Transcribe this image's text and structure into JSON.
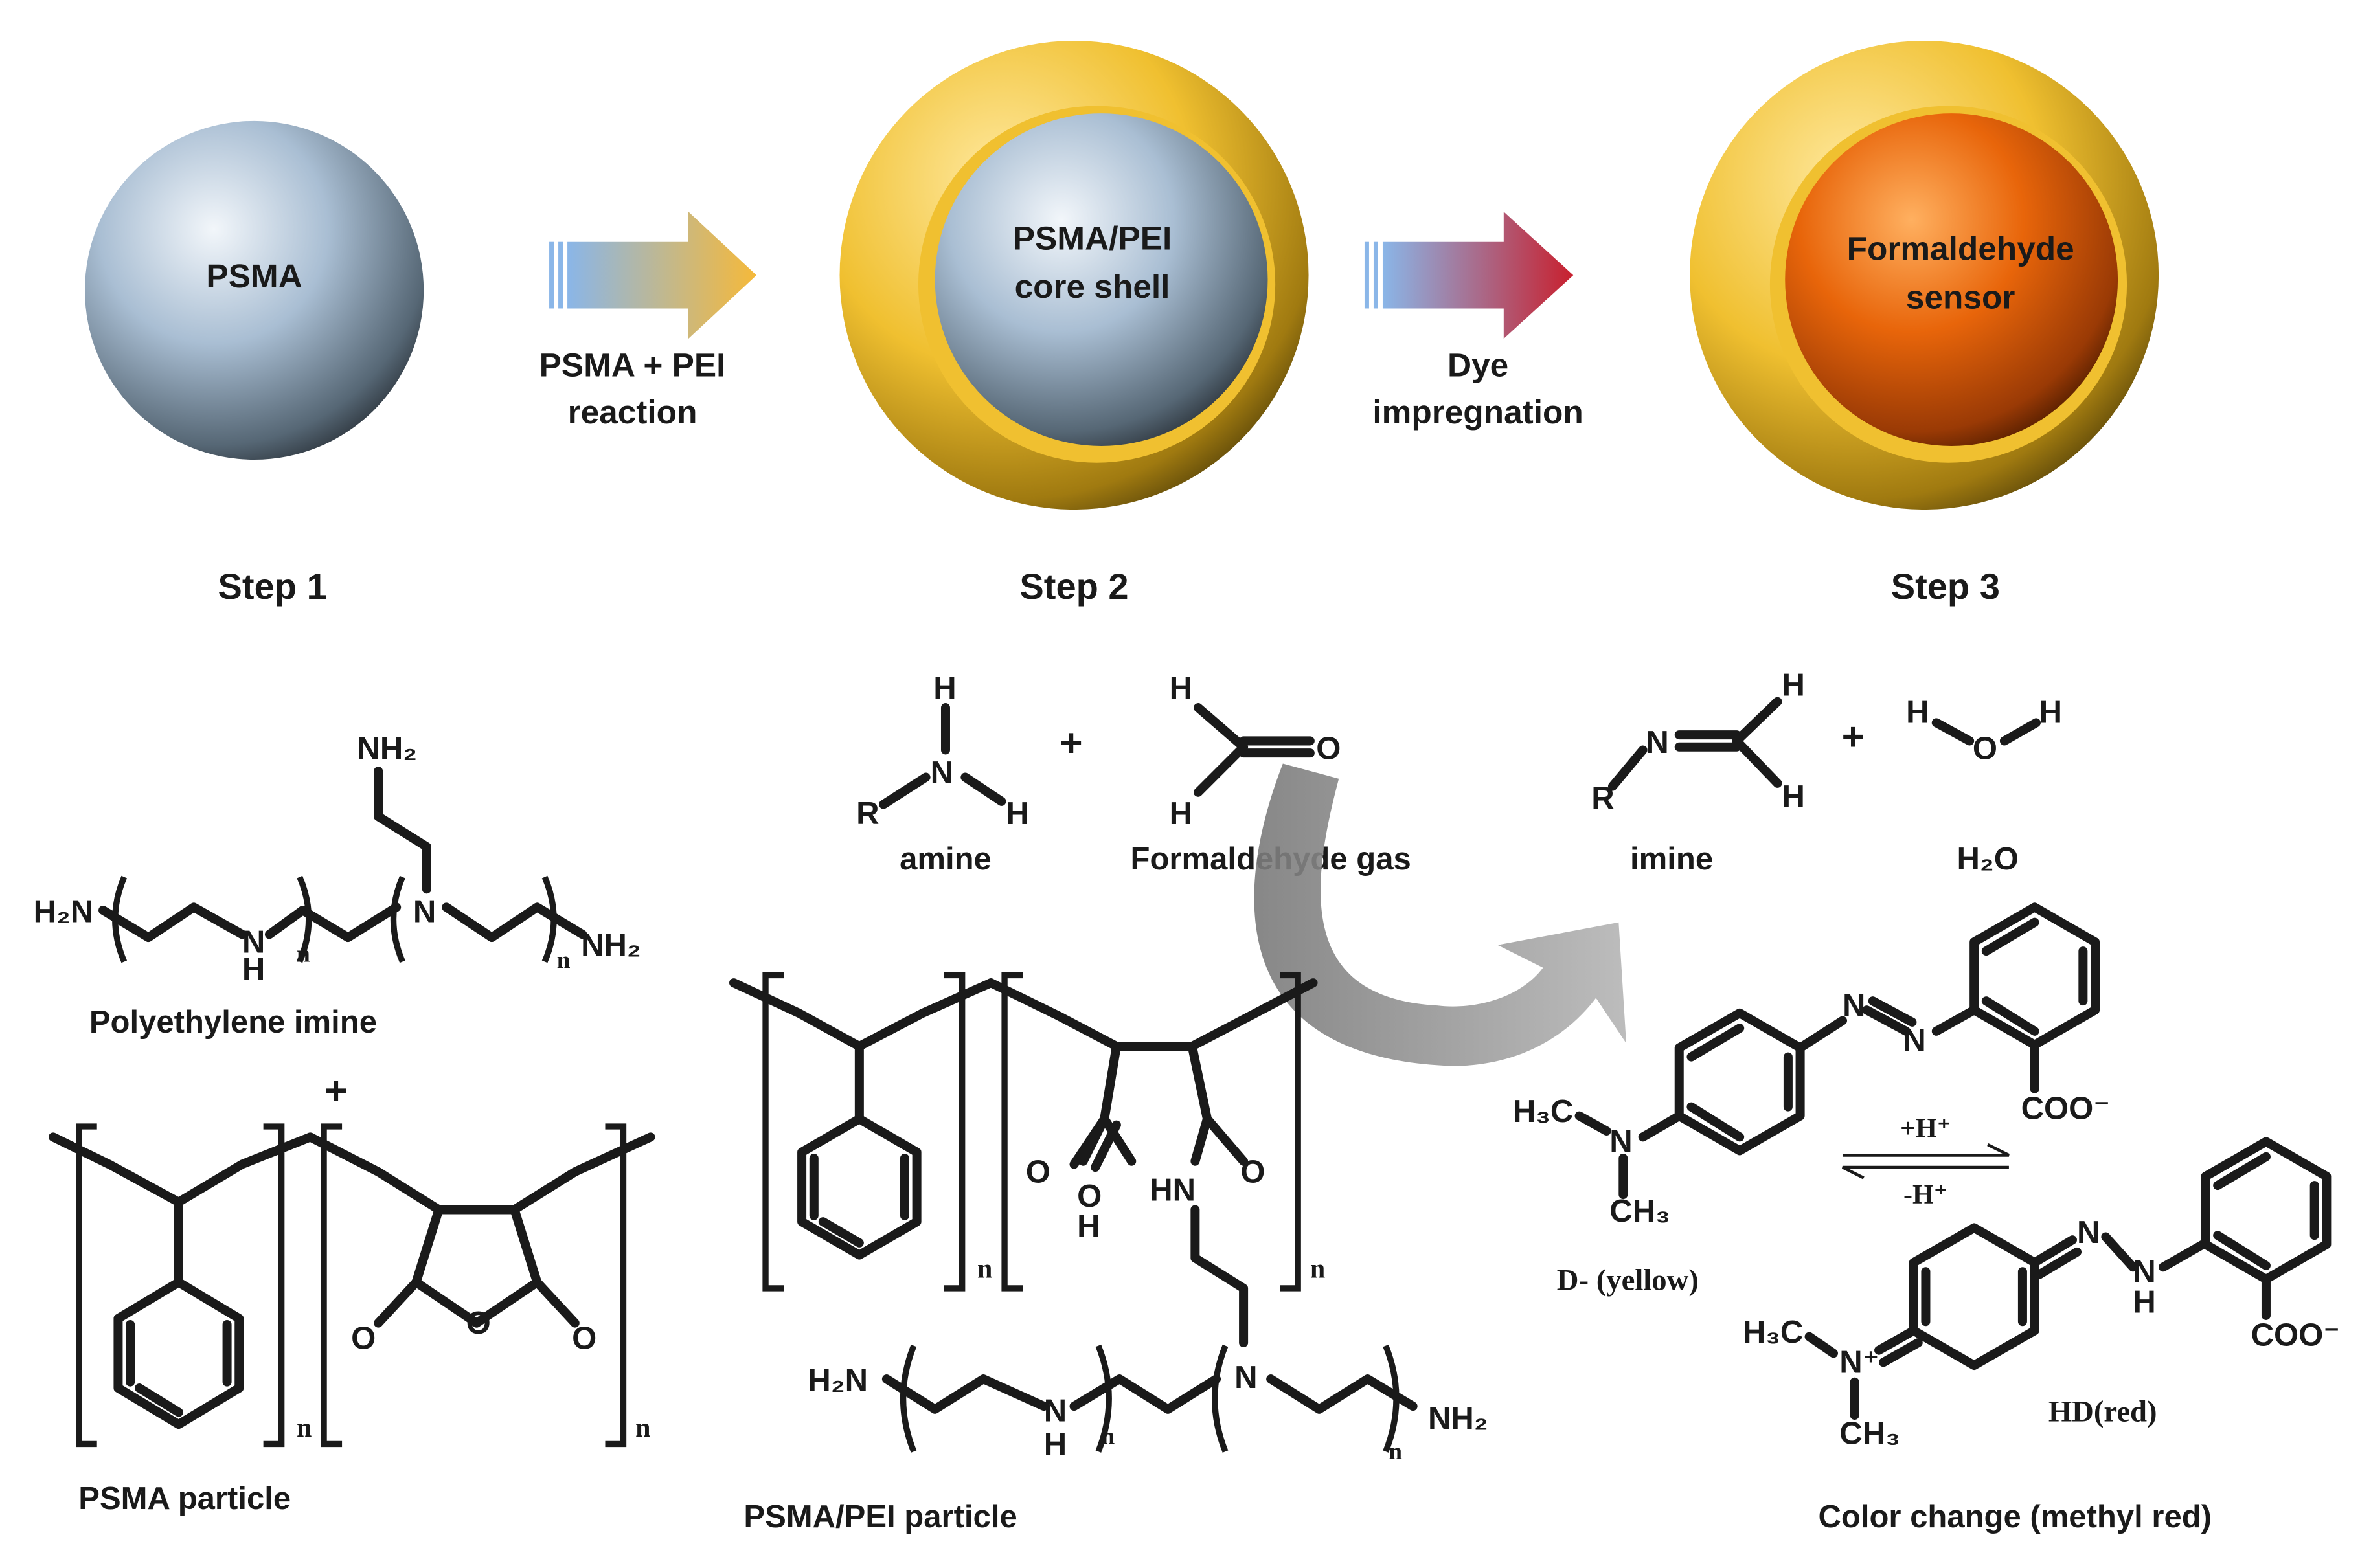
{
  "colors": {
    "shell_gold": "#F0C030",
    "core_silver": "#A9BED3",
    "core_orange": "#E8650A",
    "arrow1_end": "#F5B93A",
    "arrow2_end": "#C8202E",
    "curved_arrow": "#9A9A9A"
  },
  "spheres": {
    "psma_label": "PSMA",
    "core_shell_line1": "PSMA/PEI",
    "core_shell_line2": "core shell",
    "sensor_line1": "Formaldehyde",
    "sensor_line2": "sensor"
  },
  "arrows": {
    "a1_line1": "PSMA + PEI",
    "a1_line2": "reaction",
    "a2_line1": "Dye",
    "a2_line2": "impregnation"
  },
  "steps": {
    "step1": "Step 1",
    "step2": "Step 2",
    "step3": "Step 3"
  },
  "chem": {
    "pei_caption": "Polyethylene imine",
    "psma_particle": "PSMA particle",
    "psma_pei_particle": "PSMA/PEI particle",
    "plus": "+",
    "amine": "amine",
    "formaldehyde_gas": "Formaldehyde gas",
    "imine": "imine",
    "water": "H₂O",
    "color_change": "Color change (methyl red)",
    "d_yellow": "D- (yellow)",
    "hd_red": "HD(red)",
    "plus_h": "+H⁺",
    "minus_h": "-H⁺",
    "coo": "COO⁻",
    "nh2": "NH₂",
    "h2n": "H₂N",
    "h3c": "H₃C",
    "ch3": "CH₃",
    "n": "N",
    "h": "H",
    "o": "O",
    "r": "R",
    "hn": "HN",
    "sub_n": "n",
    "n_plus": "N⁺"
  }
}
